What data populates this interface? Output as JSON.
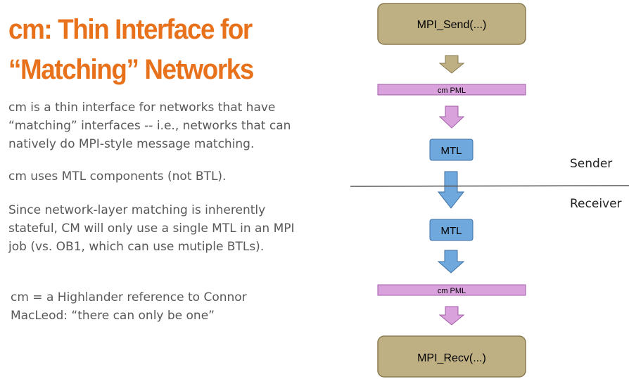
{
  "slide": {
    "title_line1": "cm: Thin Interface for",
    "title_line2": "“Matching” Networks",
    "paragraphs": [
      "cm is a thin interface for networks that have “matching” interfaces -- i.e., networks that can natively do MPI-style message matching.",
      "cm uses MTL components (not BTL).",
      "Since network-layer matching is inherently stateful, CM will only use a single MTL in an MPI job (vs. OB1, which can use mutiple BTLs).",
      "cm = a Highlander reference to Connor MacLeod:  “there can only be one”"
    ]
  },
  "diagram": {
    "send_label": "MPI_Send(...)",
    "pml_top_label": "cm PML",
    "mtl_top_label": "MTL",
    "mtl_bottom_label": "MTL",
    "pml_bottom_label": "cm PML",
    "recv_label": "MPI_Recv(...)",
    "sender_label": "Sender",
    "receiver_label": "Receiver"
  },
  "colors": {
    "title": "#e8711c",
    "body_text": "#595959",
    "mpi_box_fill": "#bfb083",
    "mpi_box_stroke": "#8a7a52",
    "pml_fill": "#d9a2dd",
    "pml_stroke": "#a25ca8",
    "mtl_fill": "#6fa8dc",
    "mtl_stroke": "#3d6fa3",
    "arrow_olive": "#bfb083",
    "arrow_pink": "#d9a2dd",
    "arrow_blue": "#6fa8dc"
  }
}
